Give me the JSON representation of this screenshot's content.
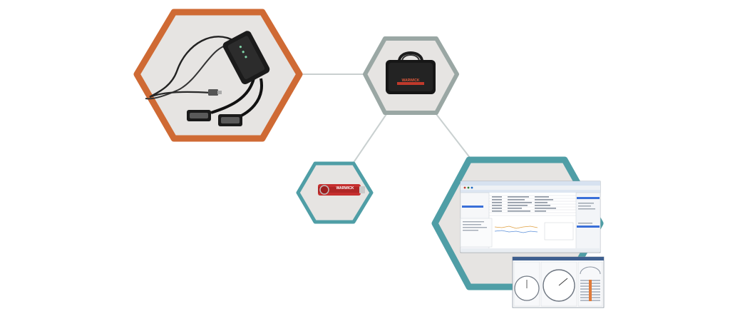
{
  "diagram": {
    "connector_color": "#c9d0d0",
    "background_color": "#ffffff",
    "nodes": [
      {
        "id": "interface-cable",
        "icon": "usb-interface-cable-icon",
        "border_color": "#cf6a34",
        "fill_color": "#e6e4e2"
      },
      {
        "id": "carry-bag",
        "icon": "carry-bag-icon",
        "border_color": "#9aa7a4",
        "fill_color": "#e6e4e2"
      },
      {
        "id": "usb-drive",
        "icon": "usb-flash-drive-icon",
        "border_color": "#4f9ea6",
        "fill_color": "#e6e4e2"
      },
      {
        "id": "software",
        "icon": "software-screenshot-icon",
        "border_color": "#4f9ea6",
        "fill_color": "#e6e4e2"
      }
    ],
    "brand_text": "WARWICK"
  }
}
